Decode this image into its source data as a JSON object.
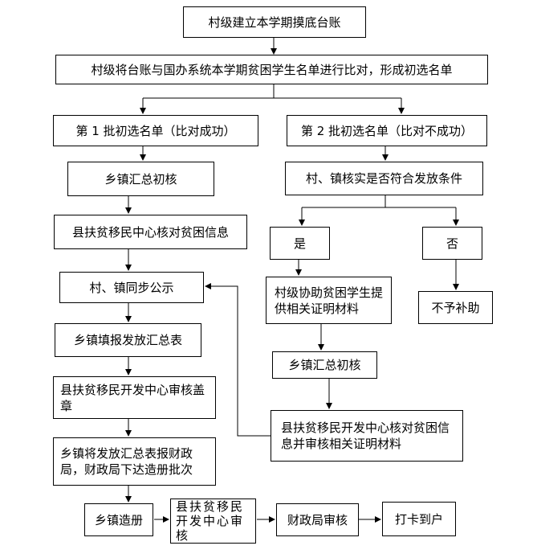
{
  "nodes": {
    "n1": "村级建立本学期摸底台账",
    "n2": "村级将台账与国办系统本学期贫困学生名单进行比对，形成初选名单",
    "left1": "第 1 批初选名单（比对成功）",
    "right1": "第 2 批初选名单（比对不成功）",
    "left2": "乡镇汇总初核",
    "right2": "村、镇核实是否符合发放条件",
    "left3": "县扶贫移民中心核对贫困信息",
    "yes": "是",
    "no": "否",
    "left4": "村、镇同步公示",
    "yes2": "村级协助贫困学生提供相关证明材料",
    "no2": "不予补助",
    "left5": "乡镇填报发放汇总表",
    "yes3": "乡镇汇总初核",
    "left6": "县扶贫移民开发中心审核盖章",
    "yes4": "县扶贫移民开发中心核对贫困信息并审核相关证明材料",
    "left7": "乡镇将发放汇总表报财政局，财政局下达造册批次",
    "b1": "乡镇造册",
    "b2": "县扶贫移民开发中心审核",
    "b3": "财政局审核",
    "b4": "打卡到户"
  }
}
